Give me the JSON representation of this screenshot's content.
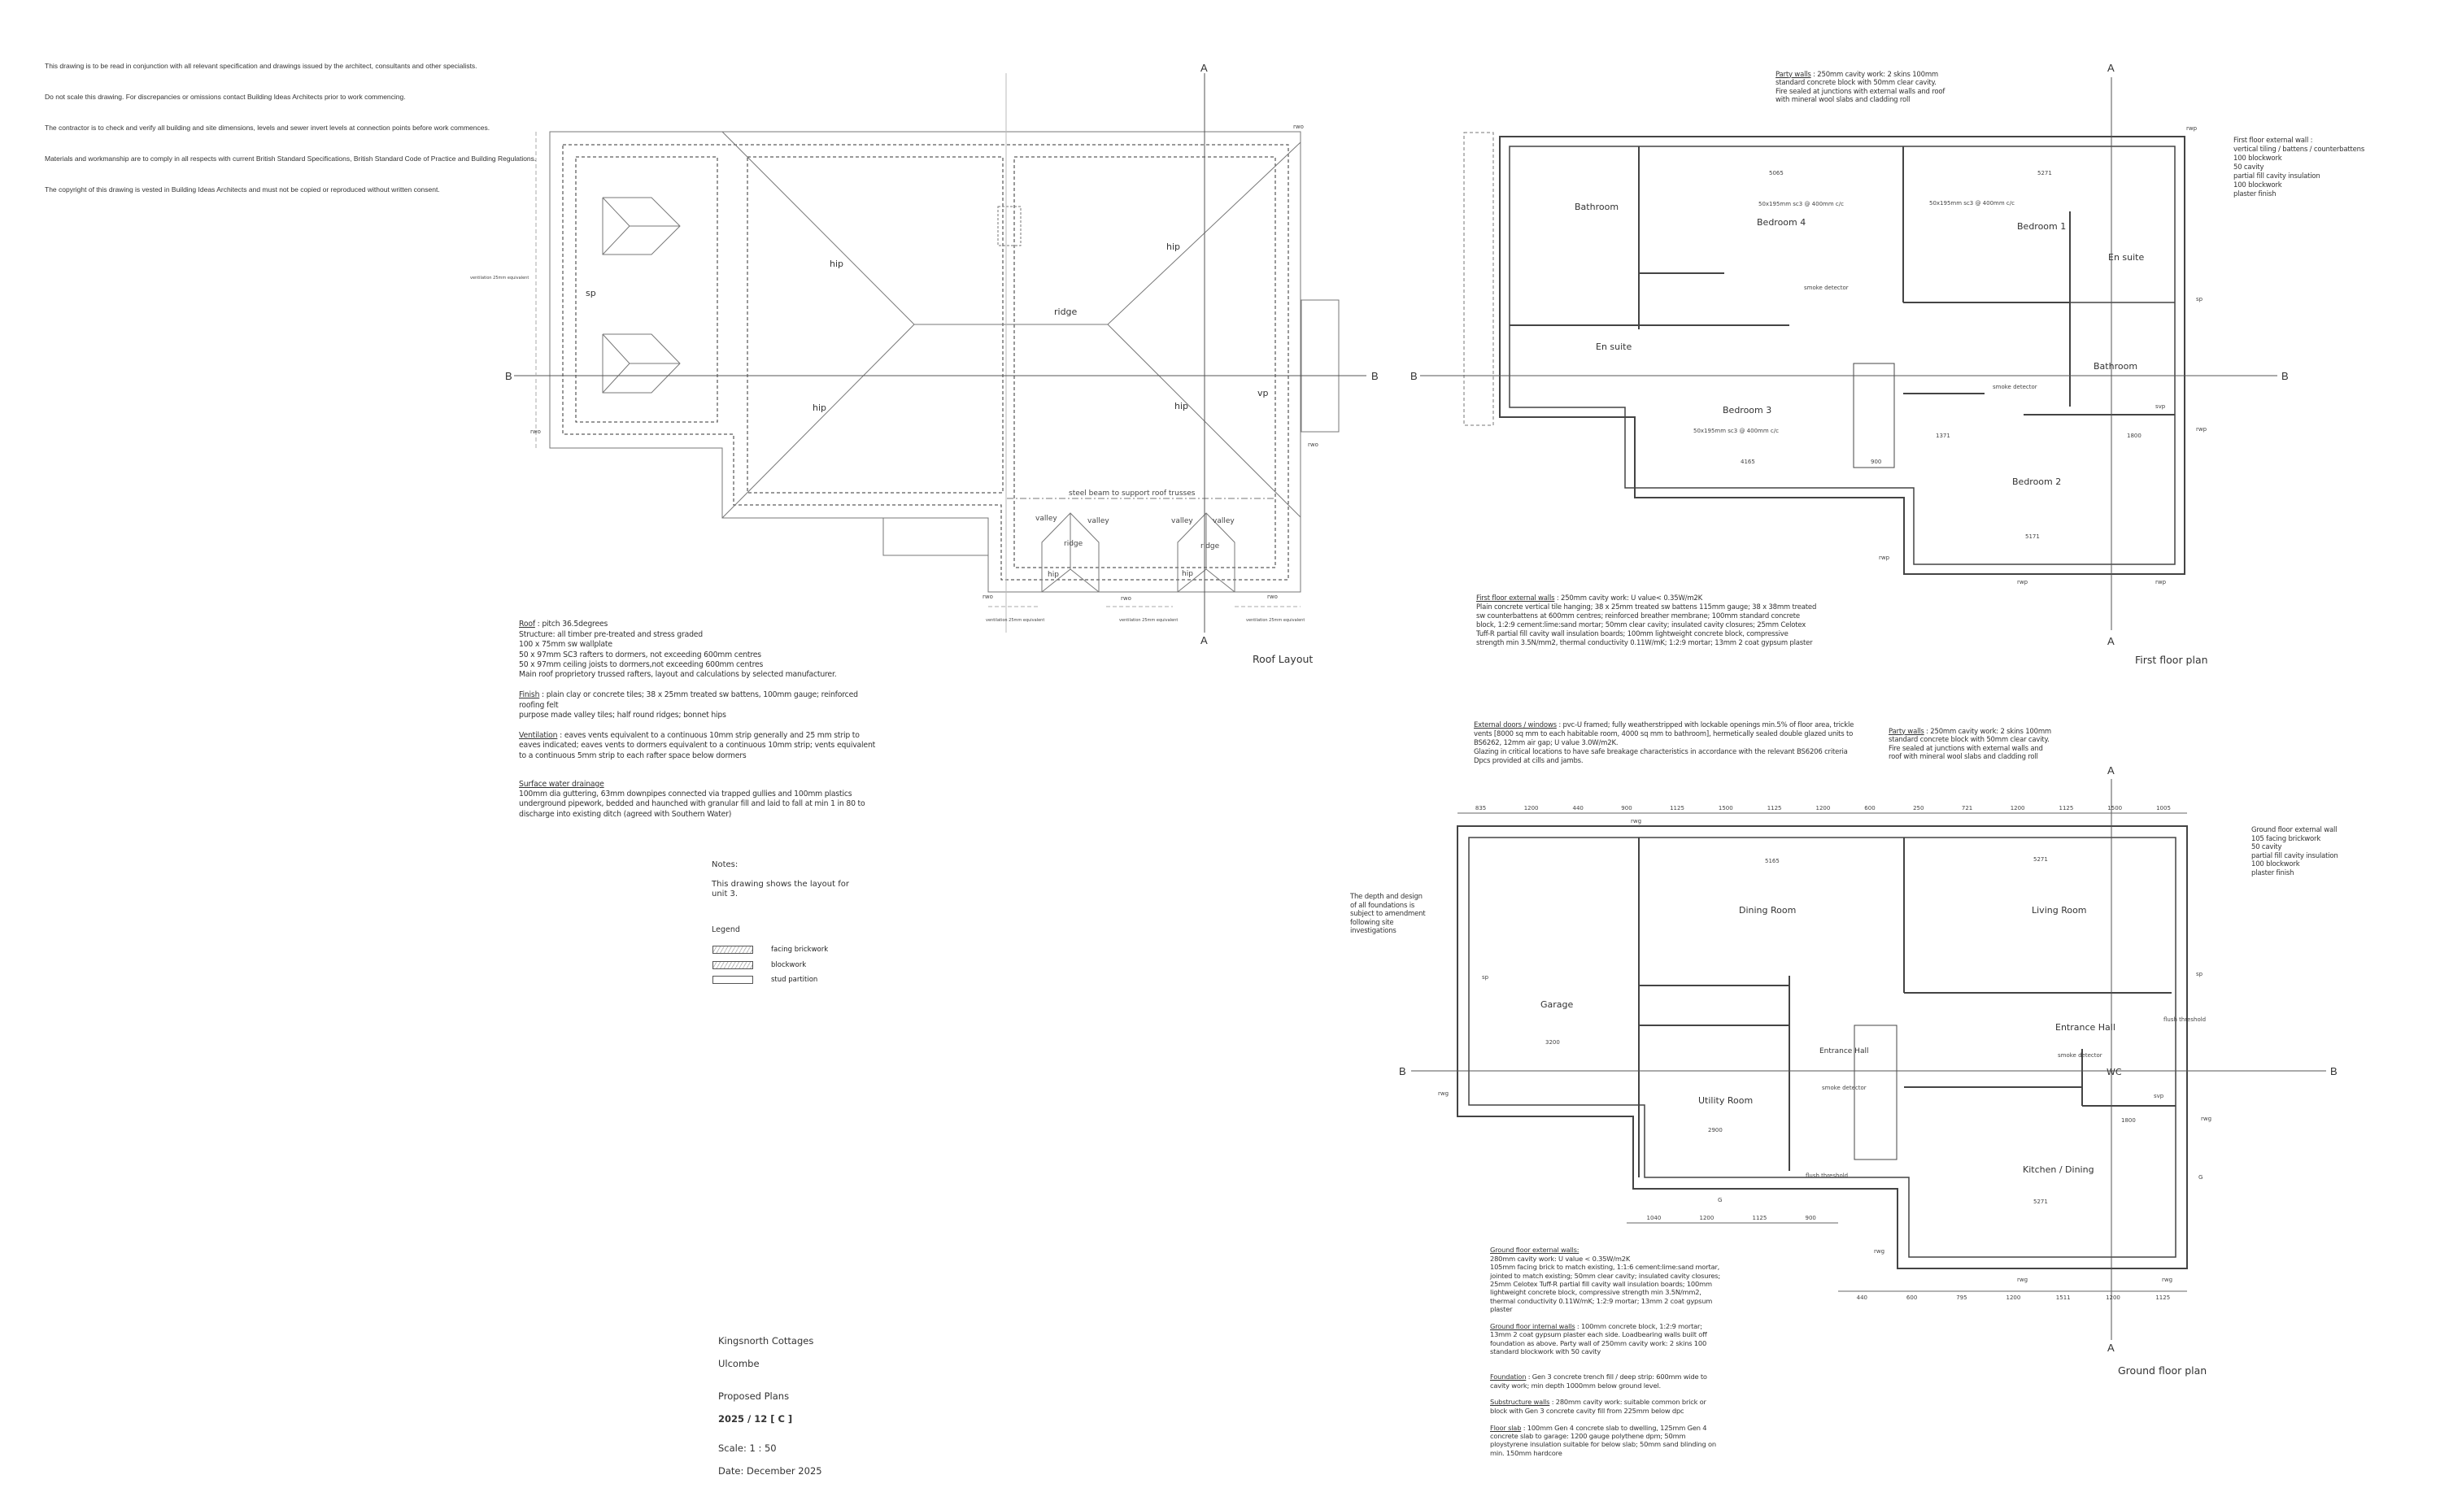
{
  "general_notes": [
    "This drawing is to be read in conjunction with all relevant specification and drawings issued by the architect, consultants and other specialists.",
    "Do not scale this drawing. For discrepancies or omissions contact Building Ideas Architects prior to work commencing.",
    "The contractor is to check and verify all building and site dimensions, levels and sewer invert levels at connection points before work commences.",
    "Materials and workmanship are to comply in all respects with current British Standard Specifications, British Standard Code of Practice and Building Regulations.",
    "The copyright of this drawing is vested in Building Ideas Architects and must not be copied or reproduced without written consent."
  ],
  "roof_plan": {
    "title": "Roof Layout",
    "section_a": "A",
    "section_b": "B",
    "labels": {
      "hip": "hip",
      "ridge": "ridge",
      "valley": "valley",
      "sp": "sp",
      "vp": "vp",
      "rwo": "rwo",
      "steel_beam": "steel beam to support roof trusses",
      "ventilation": "ventilation 25mm equivalent"
    },
    "spec": {
      "roof_heading": "Roof",
      "roof_text": "   : pitch 36.5degrees\nStructure: all timber pre-treated and stress graded\n100 x 75mm sw wallplate\n50 x 97mm SC3 rafters to  dormers, not exceeding 600mm centres\n50 x 97mm ceiling joists to dormers,not exceeding 600mm centres\nMain roof proprietory trussed rafters, layout and calculations by selected manufacturer.",
      "finish_heading": "Finish",
      "finish_text": " : plain clay or concrete tiles; 38 x 25mm treated sw battens, 100mm gauge; reinforced roofing felt\npurpose made valley tiles; half round ridges; bonnet hips",
      "ventilation_heading": "Ventilation",
      "ventilation_text": "   : eaves vents equivalent to a continuous 10mm strip generally and 25 mm strip to eaves indicated; eaves vents to dormers equivalent to a continuous 10mm strip; vents equivalent to a continuous 5mm strip to each rafter space below dormers",
      "drainage_heading": "Surface water drainage",
      "drainage_text": "100mm dia guttering, 63mm downpipes connected via trapped gullies and 100mm plastics underground pipework, bedded and haunched with granular fill and laid to fall at min 1 in 80 to discharge into existing ditch (agreed with Southern Water)"
    }
  },
  "first_floor": {
    "title": "First floor plan",
    "rooms": [
      "Bathroom",
      "Bedroom 4",
      "Bedroom 1",
      "En suite",
      "En suite",
      "Bathroom",
      "Bedroom 3",
      "Bedroom 2"
    ],
    "labels": {
      "smoke": "smoke detector",
      "rwp": "rwp",
      "svp": "svp",
      "sp": "sp",
      "joists": "50x195mm sc3 @ 400mm c/c"
    },
    "party_walls_heading": "Party walls",
    "party_walls_text": "   : 250mm cavity work: 2 skins 100mm standard concrete block with 50mm clear cavity. Fire sealed at junctions with external walls and roof with mineral wool slabs and cladding roll",
    "ext_wall_side": "First floor external wall                              :\nvertical tiling / battens / counterbattens\n100 blockwork\n50 cavity\npartial fill cavity insulation\n100 blockwork\nplaster finish",
    "ext_walls_heading": "First floor external walls",
    "ext_walls_text": "                          : 250mm cavity work: U value< 0.35W/m2K\nPlain concrete vertical tile hanging; 38 x 25mm treated sw battens 115mm gauge; 38 x 38mm treated sw counterbattens at 600mm centres; reinforced breather membrane; 100mm standard concrete block, 1:2:9 cement:lime:sand mortar; 50mm clear cavity; insulated cavity closures; 25mm Celotex Tuff-R partial fill cavity wall insulation boards; 100mm lightweight concrete block, compressive strength min 3.5N/mm2, thermal conductivity 0.11W/mK; 1:2:9 mortar; 13mm 2 coat gypsum plaster",
    "dims": [
      "5065",
      "5271",
      "4165",
      "5171",
      "1371",
      "1800",
      "900"
    ]
  },
  "ground_floor": {
    "title": "Ground floor plan",
    "rooms": [
      "Garage",
      "Dining Room",
      "Living Room",
      "Entrance Hall",
      "Entrance Hall",
      "WC",
      "Utility Room",
      "Kitchen / Dining"
    ],
    "labels": {
      "smoke": "smoke detector",
      "rwg": "rwg",
      "svp": "svp",
      "sp": "sp",
      "g": "G",
      "flush": "flush threshold"
    },
    "top_dims": [
      "835",
      "1200",
      "440",
      "900",
      "1125",
      "1500",
      "1125",
      "1200",
      "600",
      "250",
      "721",
      "1200",
      "1125",
      "1500",
      "1005"
    ],
    "bottom_dims": [
      "1040",
      "1200",
      "1125",
      "900",
      "440",
      "600",
      "795",
      "1200",
      "1511",
      "1200",
      "1125"
    ],
    "room_dims": [
      "3200",
      "5165",
      "5271",
      "2900",
      "5271",
      "1800"
    ],
    "doors_heading": "External doors / windows",
    "doors_text": "                    : pvc-U framed; fully weatherstripped with lockable openings min.5% of floor area, trickle vents [8000 sq mm to each habitable room, 4000 sq mm to bathroom], hermetically sealed double glazed units to BS6262, 12mm air gap; U value 3.0W/m2K.\nGlazing in critical locations to have safe breakage characteristics in accordance with the relevant BS6206 criteria\nDpcs provided at cills and jambs.",
    "party_walls_heading": "Party walls",
    "party_walls_text": "   : 250mm cavity work: 2 skins 100mm standard concrete block with 50mm clear cavity. Fire sealed at junctions with external walls and roof with mineral wool slabs and cladding roll",
    "foundation_note": "The depth and design of all foundations is subject to amendment following site investigations",
    "ext_wall_side": "Ground floor external wall\n105 facing brickwork\n50 cavity\npartial fill cavity insulation\n100 blockwork\nplaster finish",
    "spec": {
      "ext_heading": "Ground floor external walls:",
      "ext_text": "280mm cavity work: U value < 0.35W/m2K\n105mm facing brick to match existing, 1:1:6 cement:lime:sand mortar, jointed to match existing; 50mm clear cavity; insulated cavity closures; 25mm Celotex Tuff-R partial fill cavity wall insulation boards; 100mm lightweight concrete block, compressive strength min 3.5N/mm2, thermal conductivity 0.11W/mK; 1:2:9 mortar; 13mm 2 coat gypsum plaster",
      "int_heading": "Ground floor internal walls",
      "int_text": "       : 100mm concrete block, 1:2:9 mortar; 13mm 2 coat gypsum plaster each side. Loadbearing walls  built off foundation as above. Party wall of 250mm cavity work: 2 skins 100 standard blockwork with 50 cavity",
      "foundation_heading": "Foundation",
      "foundation_text": " : Gen 3 concrete trench fill / deep strip: 600mm wide to cavity work; min depth 1000mm below ground level.",
      "sub_heading": "Substructure walls",
      "sub_text": "     : 280mm cavity work: suitable common brick or block with Gen 3 concrete cavity fill from 225mm below dpc",
      "slab_heading": "Floor slab",
      "slab_text": "   : 100mm Gen 4 concrete slab to dwelling, 125mm Gen 4 concrete slab to garage: 1200 gauge polythene dpm; 50mm ploystyrene insulation suitable for below slab; 50mm sand blinding on min. 150mm hardcore"
    }
  },
  "notes": {
    "heading": "Notes:",
    "text": "This drawing shows the layout for unit 3."
  },
  "legend": {
    "heading": "Legend",
    "items": [
      "facing brickwork",
      "blockwork",
      "stud partition"
    ]
  },
  "title_block": {
    "project": "Kingsnorth Cottages",
    "location": "Ulcombe",
    "drawing": "Proposed Plans",
    "number": "2025 / 12  [ C ]",
    "scale": "Scale:  1 :  50",
    "date": "Date:  December 2025"
  }
}
